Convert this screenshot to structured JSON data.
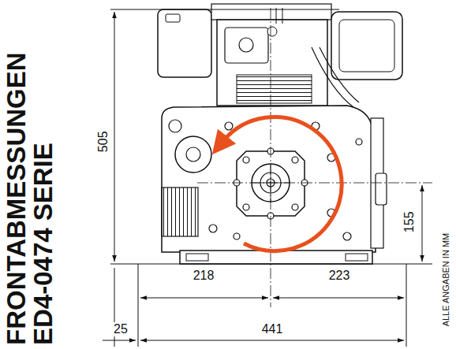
{
  "diagram": {
    "title": "FRONTABMESSUNGEN ED4-0474 SERIE",
    "labels": [
      "505",
      "155",
      "218",
      "223",
      "25",
      "441",
      "ALLE ANGABEN IN MM"
    ]
  }
}
